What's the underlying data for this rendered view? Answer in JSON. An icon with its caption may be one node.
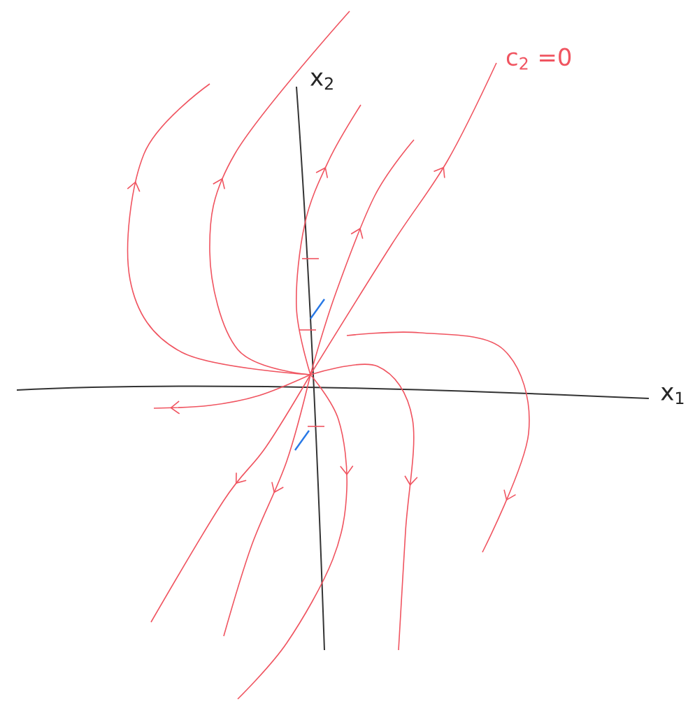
{
  "diagram": {
    "labels": [
      "x$_{2}$",
      "x$_{1}$",
      "c$_{2}$ =0"
    ]
  }
}
